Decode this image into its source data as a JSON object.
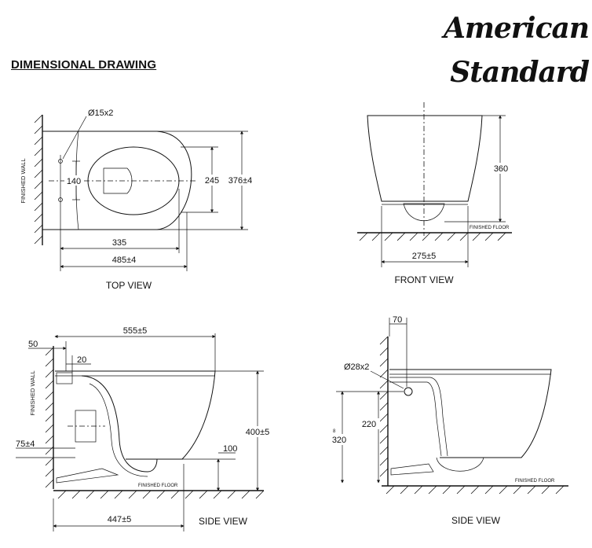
{
  "header": {
    "brand": "American Standard",
    "section_title": "DIMENSIONAL DRAWING"
  },
  "views": {
    "top": {
      "title": "TOP VIEW",
      "wall_label": "FINISHED WALL",
      "hole": "Ø15x2",
      "d140": "140",
      "d245": "245",
      "d376": "376±4",
      "d335": "335",
      "d485": "485±4"
    },
    "front": {
      "title": "FRONT VIEW",
      "d360": "360",
      "floor": "FINISHED FLOOR",
      "d275": "275±5"
    },
    "side1": {
      "title": "SIDE VIEW",
      "wall_label": "FINISHED WALL",
      "d555": "555±5",
      "d50": "50",
      "d20": "20",
      "d75": "75±4",
      "d400": "400±5",
      "d100": "100",
      "floor": "FINISHED FLOOR",
      "d447": "447±5"
    },
    "side2": {
      "title": "SIDE VIEW",
      "d70": "70",
      "hole": "Ø28x2",
      "d220": "220",
      "d320": "320",
      "mark": "8",
      "floor": "FINISHED FLOOR"
    }
  }
}
